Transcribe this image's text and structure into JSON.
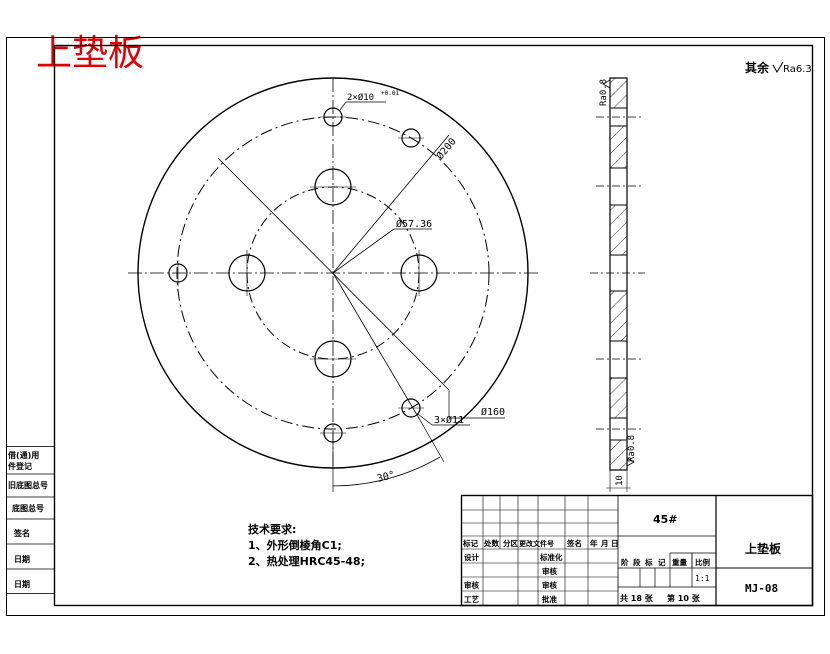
{
  "title_overlay": "上垫板",
  "roughness": {
    "general_prefix": "其余",
    "general_value": "Ra6.3",
    "face_top": "Ra0.8",
    "face_bottom": "Ra0.8"
  },
  "dimensions": {
    "holes_10": "2×Ø10",
    "holes_10_tol": "+0.01",
    "circle_200": "Ø200",
    "circle_57": "Ø57.36",
    "circle_160": "Ø160",
    "holes_11": "3×Ø11",
    "angle_30": "30°",
    "thickness": "10"
  },
  "technical_requirements": {
    "heading": "技术要求:",
    "items": [
      "1、外形倒棱角C1;",
      "2、热处理HRC45-48;"
    ]
  },
  "left_strip": {
    "labels": [
      "借(通)用",
      "件登记",
      "旧底图总号",
      "底图总号",
      "签名",
      "日期",
      "日期"
    ]
  },
  "title_block": {
    "material": "45#",
    "part_name": "上垫板",
    "drawing_number": "MJ-08",
    "scale": "1:1",
    "sheets_total": "共 18 张",
    "sheet_no": "第 10 张",
    "revision_headers": [
      "标记",
      "处数",
      "分区",
      "更改文件号",
      "签名",
      "年",
      "月",
      "日"
    ],
    "row_design": [
      "设计",
      "标准化"
    ],
    "row_review": [
      "审核"
    ],
    "row_process": [
      "工艺",
      "批准"
    ],
    "row_check": "审核",
    "stage_headers": [
      "阶",
      "段",
      "标",
      "记",
      "重量",
      "比例"
    ],
    "row_audit2": "审核"
  }
}
